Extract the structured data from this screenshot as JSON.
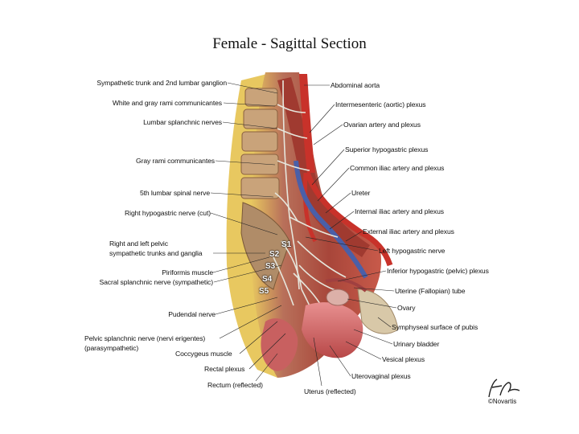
{
  "title": "Female - Sagittal Section",
  "left_labels": [
    "Sympathetic trunk and 2nd lumbar ganglion",
    "White and gray rami communicantes",
    "Lumbar splanchnic nerves",
    "Gray rami communicantes",
    "5th lumbar spinal nerve",
    "Right hypogastric nerve (cut)",
    "Right and left pelvic",
    "sympathetic trunks and ganglia",
    "Piriformis muscle",
    "Sacral splanchnic nerve (sympathetic)",
    "Pudendal nerve",
    "Pelvic splanchnic nerve (nervi erigentes)",
    "(parasympathetic)",
    "Coccygeus muscle",
    "Rectal plexus",
    "Rectum (reflected)",
    "Uterus (reflected)"
  ],
  "right_labels": [
    "Abdominal aorta",
    "Intermesenteric (aortic) plexus",
    "Ovarian artery and plexus",
    "Superior hypogastric plexus",
    "Common iliac artery and plexus",
    "Ureter",
    "Internal iliac artery and plexus",
    "External iliac artery and plexus",
    "Left hypogastric nerve",
    "Inferior hypogastric (pelvic) plexus",
    "Uterine (Fallopian) tube",
    "Ovary",
    "Symphyseal surface of pubis",
    "Urinary bladder",
    "Vesical plexus",
    "Uterovaginal plexus"
  ],
  "sacral_labels": [
    "S1",
    "S2",
    "S3",
    "S4",
    "S5"
  ],
  "signature": "F.Netter",
  "copyright": "©Novartis",
  "colors": {
    "muscle": "#b8463a",
    "muscle_dark": "#7e2a22",
    "vertebra": "#c9a37a",
    "fat": "#e8c860",
    "nerve": "#d8d8d0",
    "artery": "#c8322a",
    "vein": "#4a5fa8",
    "organ": "#d87a7a"
  }
}
